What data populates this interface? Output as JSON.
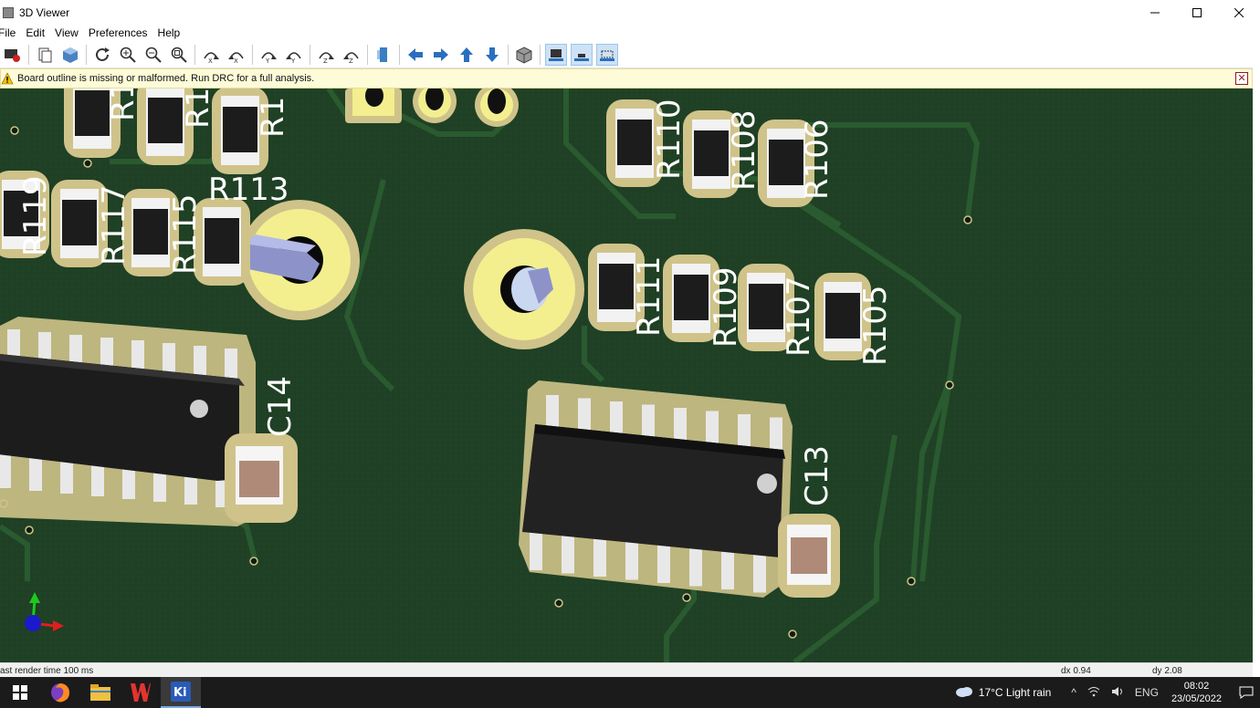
{
  "window": {
    "title": "3D Viewer"
  },
  "menu": [
    "File",
    "Edit",
    "View",
    "Preferences",
    "Help"
  ],
  "toolbar": {
    "buttons": [
      "export-icon",
      "copy-icon",
      "render-icon",
      "reload-icon",
      "zoom-in-icon",
      "zoom-out-icon",
      "zoom-fit-icon",
      "rotate-x-cw-icon",
      "rotate-x-ccw-icon",
      "rotate-y-cw-icon",
      "rotate-y-ccw-icon",
      "rotate-z-cw-icon",
      "rotate-z-ccw-icon",
      "flip-board-icon",
      "pan-left-icon",
      "pan-right-icon",
      "pan-up-icon",
      "pan-down-icon",
      "ortho-icon",
      "footprint-through-hole-icon",
      "footprint-smd-icon",
      "footprint-virtual-icon"
    ]
  },
  "infobar": {
    "message": "Board outline is missing or malformed. Run DRC for a full analysis.",
    "close": "✕"
  },
  "pcb": {
    "labels": {
      "r119": "R119",
      "r117": "R117",
      "r115": "R115",
      "r113": "R113",
      "r110": "R110",
      "r108": "R108",
      "r106": "R106",
      "r111": "R111",
      "r109": "R109",
      "r107": "R107",
      "r105": "R105",
      "c14": "C14",
      "c13": "C13",
      "r_top1": "R1",
      "r_top2": "R1",
      "r_top3": "R1"
    },
    "colors": {
      "board": "#1e3f22",
      "pad": "#cfc38a",
      "silk": "#ffffff",
      "hole_ring": "#f3ef8f"
    }
  },
  "status": {
    "left": "ast render time 100 ms",
    "dx": "dx 0.94",
    "dy": "dy 2.08"
  },
  "taskbar": {
    "weather": "17°C  Light rain",
    "lang": "ENG",
    "time": "08:02",
    "date": "23/05/2022"
  }
}
